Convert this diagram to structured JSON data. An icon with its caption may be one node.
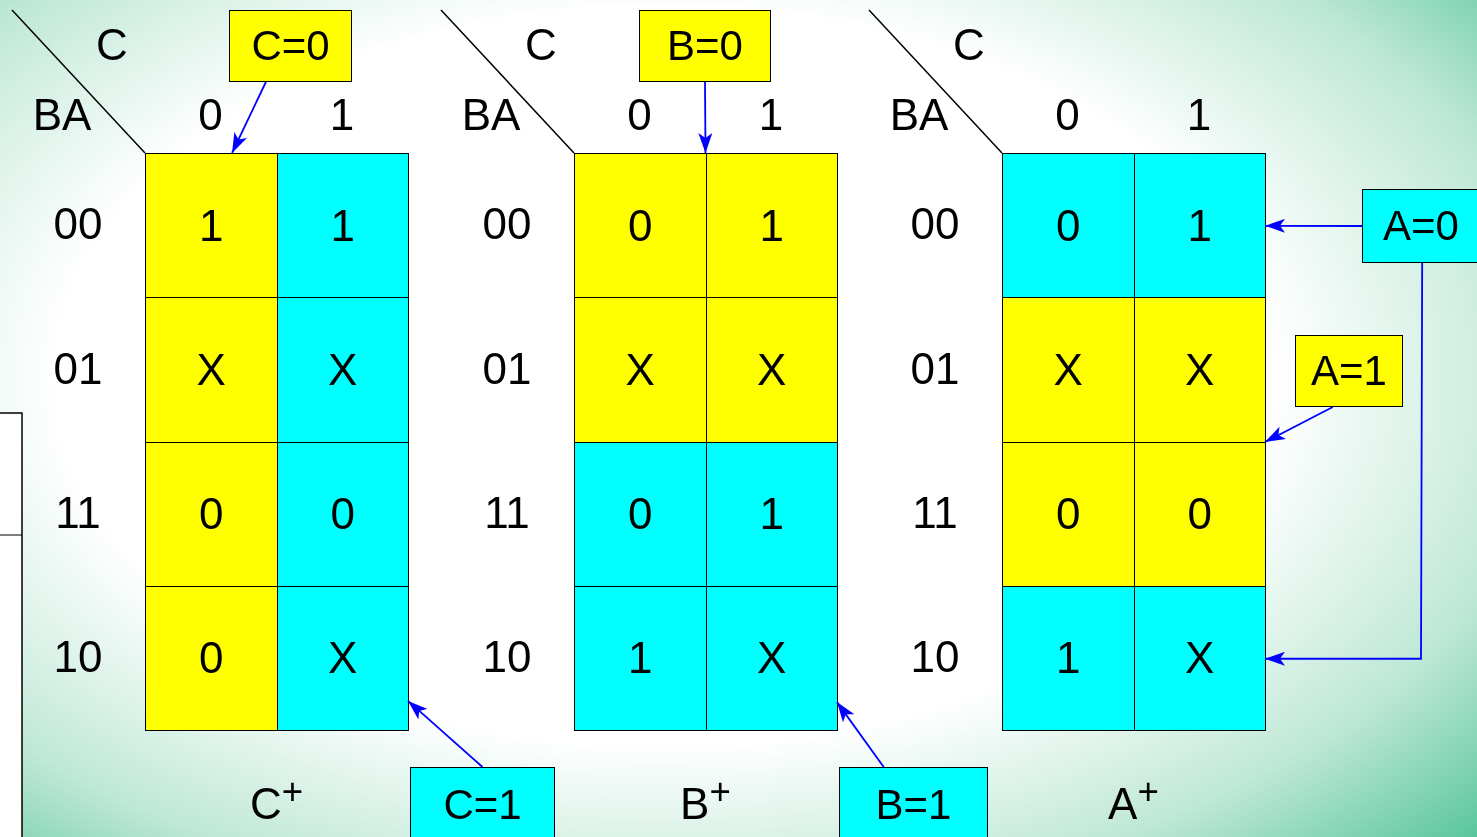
{
  "diagram": {
    "nodes": [
      {
        "text": [
          "C=0"
        ]
      },
      {
        "text": [
          "B=0"
        ]
      },
      {
        "text": [],
        "shape": "box"
      },
      {
        "text": [
          "1"
        ],
        "in": 2
      },
      {
        "text": [
          "1"
        ],
        "in": 2
      },
      {
        "text": [
          "X"
        ],
        "in": 2
      },
      {
        "text": [
          "X"
        ],
        "in": 2
      },
      {
        "text": [
          "0"
        ],
        "in": 2
      },
      {
        "text": [
          "0"
        ],
        "in": 2
      },
      {
        "text": [
          "0"
        ],
        "in": 2
      },
      {
        "text": [
          "X"
        ],
        "in": 2
      },
      {
        "text": [],
        "shape": "box"
      },
      {
        "text": [
          "0"
        ],
        "in": 11
      },
      {
        "text": [
          "1"
        ],
        "in": 11
      },
      {
        "text": [
          "X"
        ],
        "in": 11
      },
      {
        "text": [
          "X"
        ],
        "in": 11
      },
      {
        "text": [
          "0"
        ],
        "in": 11
      },
      {
        "text": [
          "1"
        ],
        "in": 11
      },
      {
        "text": [
          "1"
        ],
        "in": 11
      },
      {
        "text": [
          "X"
        ],
        "in": 11
      },
      {
        "text": [],
        "shape": "box"
      },
      {
        "text": [
          "0"
        ],
        "in": 20
      },
      {
        "text": [
          "1"
        ],
        "in": 20
      },
      {
        "text": [
          "X"
        ],
        "in": 20
      },
      {
        "text": [
          "X"
        ],
        "in": 20
      },
      {
        "text": [
          "0"
        ],
        "in": 20
      },
      {
        "text": [
          "0"
        ],
        "in": 20
      },
      {
        "text": [
          "1"
        ],
        "in": 20
      },
      {
        "text": [
          "X"
        ],
        "in": 20
      },
      {
        "text": [
          "A=0"
        ]
      },
      {
        "text": [
          "A=1"
        ]
      },
      {
        "text": [
          "C=1"
        ]
      },
      {
        "text": [
          "B=1"
        ]
      }
    ],
    "edges": [
      {
        "from": 0,
        "to": 2,
        "arrow": "to"
      },
      {
        "from": 31,
        "to": 2,
        "arrow": "to"
      },
      {
        "from": 1,
        "to": 11,
        "arrow": "to"
      },
      {
        "from": 32,
        "to": 11,
        "arrow": "to"
      },
      {
        "from": 29,
        "to": 20,
        "arrow": "to"
      },
      {
        "from": 29,
        "to": 20,
        "arrow": "to"
      },
      {
        "from": 30,
        "to": 20,
        "arrow": "to"
      }
    ],
    "labels": [
      "C",
      "BA",
      "0",
      "1",
      "00",
      "01",
      "11",
      "10",
      "C$^{+}$",
      "C",
      "BA",
      "0",
      "1",
      "00",
      "01",
      "11",
      "10",
      "B$^{+}$",
      "C",
      "BA",
      "0",
      "1",
      "00",
      "01",
      "11",
      "10",
      "A$^{+}$"
    ]
  }
}
